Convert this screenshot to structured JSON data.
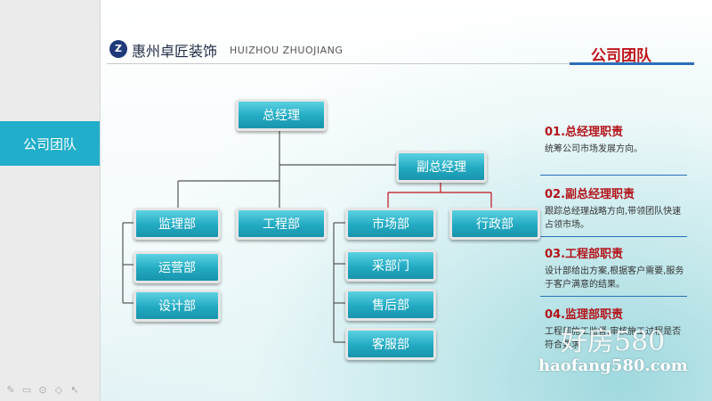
{
  "sidebar": {
    "active_tab": "公司团队"
  },
  "header": {
    "brand_cn": "惠州卓匠装饰",
    "brand_en": "HUIZHOU ZHUOJIANG",
    "logo_glyph": "Z",
    "heading": "公司团队"
  },
  "org": {
    "gm": "总经理",
    "deputy": "副总经理",
    "supervision": "监理部",
    "operations": "运营部",
    "design": "设计部",
    "engineering": "工程部",
    "marketing": "市场部",
    "administration": "行政部",
    "procurement": "采部门",
    "after_sales": "售后部",
    "customer_service": "客服部"
  },
  "duties": [
    {
      "title": "01.总经理职责",
      "text": "统筹公司市场发展方向。"
    },
    {
      "title": "02.副总经理职责",
      "text": "跟踪总经理战略方向,带领团队快速占领市场。"
    },
    {
      "title": "03.工程部职责",
      "text": "设计部给出方案,根据客户需要,服务于客户满意的结果。"
    },
    {
      "title": "04.监理部职责",
      "text": "工程部施工监督,审核施工过程是否符合要求"
    }
  ],
  "watermark": {
    "big": "好房580",
    "url": "haofang580.com"
  },
  "colors": {
    "node": "#22aac2",
    "accent_red": "#c0141b",
    "rail_tab": "#21aeca"
  }
}
